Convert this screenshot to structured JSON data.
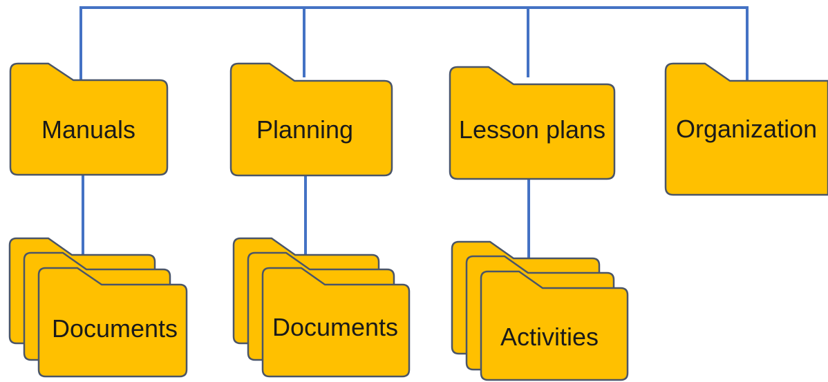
{
  "colors": {
    "folder_fill": "#FFC000",
    "folder_stroke": "#4A5568",
    "connector": "#4472C4",
    "text": "#1a1a1a"
  },
  "folders": {
    "manuals": {
      "label": "Manuals",
      "icon": "folder-icon"
    },
    "planning": {
      "label": "Planning",
      "icon": "folder-icon"
    },
    "lesson_plans": {
      "label": "Lesson plans",
      "icon": "folder-icon"
    },
    "organization": {
      "label": "Organization",
      "icon": "folder-icon"
    }
  },
  "subfolders": {
    "manuals_documents": {
      "label": "Documents",
      "icon": "folder-stack-icon"
    },
    "planning_documents": {
      "label": "Documents",
      "icon": "folder-stack-icon"
    },
    "lesson_activities": {
      "label": "Activities",
      "icon": "folder-stack-icon"
    }
  }
}
